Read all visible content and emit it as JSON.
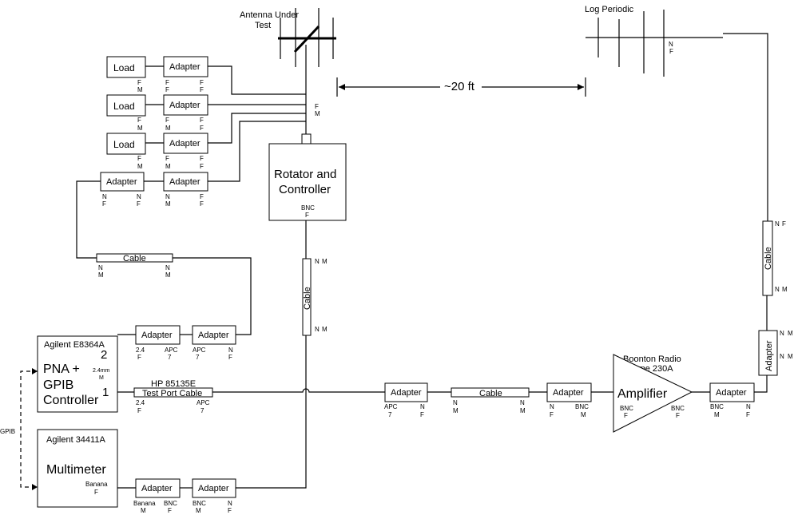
{
  "antenna": {
    "title_1": "Antenna Under",
    "title_2": "Test"
  },
  "log_periodic": {
    "title": "Log Periodic"
  },
  "distance": {
    "label": "~20 ft"
  },
  "rotator": {
    "line1": "Rotator and",
    "line2": "Controller",
    "port_1": "BNC",
    "port_2": "F"
  },
  "pna": {
    "model": "Agilent E8364A",
    "line1": "PNA +",
    "line2": "GPIB",
    "line3": "Controller",
    "port2": "2",
    "port1": "1",
    "conn_1": "2.4mm",
    "conn_2": "M"
  },
  "multimeter": {
    "model": "Agilent 34411A",
    "name": "Multimeter",
    "port_1": "Banana",
    "port_2": "F"
  },
  "gpib": {
    "label": "GPIB"
  },
  "hp_cable": {
    "line1": "HP 85135E",
    "line2": "Test Port Cable"
  },
  "amplifier": {
    "model_1": "Boonton Radio",
    "model_2": "Type 230A",
    "name": "Amplifier"
  },
  "labels": {
    "load": "Load",
    "adapter": "Adapter",
    "cable": "Cable"
  },
  "ports": {
    "f": "F",
    "m": "M",
    "n": "N",
    "bnc": "BNC",
    "apc": "APC",
    "seven": "7",
    "two_four": "2.4",
    "banana": "Banana"
  }
}
